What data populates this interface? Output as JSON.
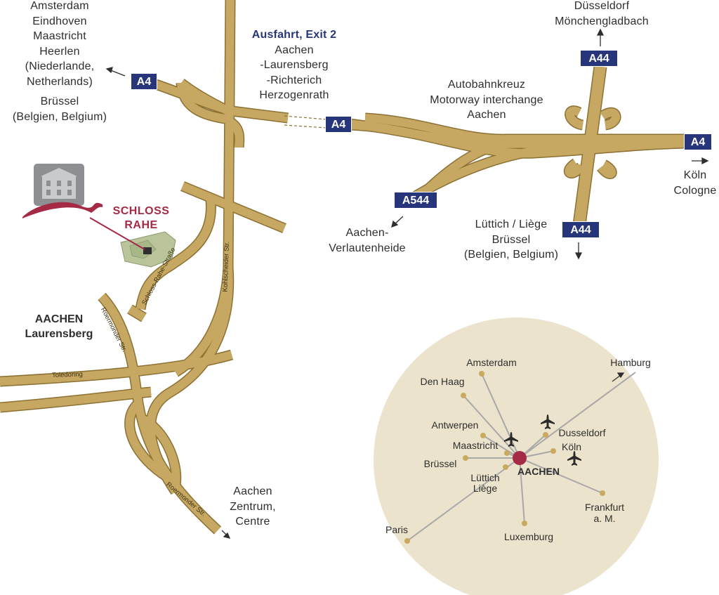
{
  "labels": {
    "north_west": [
      "Amsterdam",
      "Eindhoven",
      "Maastricht",
      "Heerlen",
      "(Niederlande,",
      "Netherlands)"
    ],
    "bruessel": [
      "Brüssel",
      "(Belgien, Belgium)"
    ],
    "exit_title": "Ausfahrt, Exit 2",
    "exit_places": [
      "Aachen",
      "-Laurensberg",
      "-Richterich",
      "Herzogenrath"
    ],
    "dusseldorf": [
      "Düsseldorf",
      "Mönchengladbach"
    ],
    "interchange": [
      "Autobahnkreuz",
      "Motorway interchange",
      "Aachen"
    ],
    "koeln": [
      "Köln",
      "Cologne"
    ],
    "verlautenheide": [
      "Aachen-",
      "Verlautenheide"
    ],
    "luettich": [
      "Lüttich / Liège",
      "Brüssel",
      "(Belgien, Belgium)"
    ],
    "district": [
      "AACHEN",
      "Laurensberg"
    ],
    "zentrum": [
      "Aachen",
      "Zentrum,",
      "Centre"
    ],
    "schloss": [
      "SCHLOSS",
      "RAHE"
    ]
  },
  "shields": {
    "a4_west": "A4",
    "a4_center": "A4",
    "a4_east": "A4",
    "a44_north": "A44",
    "a44_south": "A44",
    "a544": "A544"
  },
  "streets": {
    "kohlscheider": "Kohlscheider Str.",
    "schloss_rahe": "Schloss-Rahe-Straße",
    "roermonder_1": "Roermonder Str.",
    "roermonder_2": "Roermonder Str.",
    "toledoring": "Toledoring"
  },
  "inset": {
    "center": "AACHEN",
    "cities": [
      "Amsterdam",
      "Den Haag",
      "Antwerpen",
      "Maastricht",
      "Brüssel",
      "Lüttich",
      "Liège",
      "Paris",
      "Luxemburg",
      "Frankfurt",
      "a. M.",
      "Köln",
      "Dusseldorf",
      "Hamburg"
    ]
  },
  "icons": {
    "arrow": "arrow-icon",
    "plane": "airplane-icon",
    "castle": "castle-logo-icon"
  },
  "colors": {
    "road_fill": "#c7a862",
    "road_edge": "#8b7133",
    "shield_bg": "#27367a",
    "exit_title": "#27367a",
    "castle_red": "#a52a45",
    "inset_bg": "#ece3cc",
    "inset_dot": "#c8aa60",
    "aachen_dot": "#a52a45"
  }
}
